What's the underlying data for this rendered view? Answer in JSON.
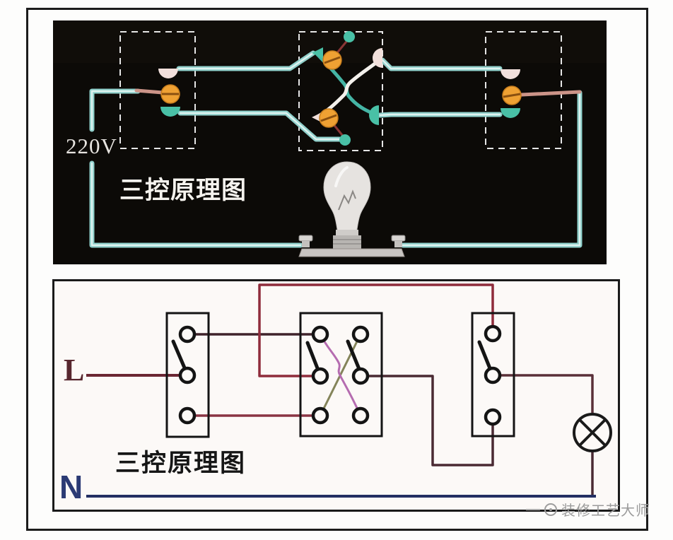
{
  "figure": {
    "outer_border_color": "#1c1c1c",
    "page_background": "#ffffff"
  },
  "top_diagram": {
    "background": "#0c0a07",
    "voltage_label": "220V",
    "title": "三控原理图",
    "wire_color": "#9fd8d4",
    "wire_highlight_color": "#e8f7f5",
    "screw_terminal_color": "#efa133",
    "throw_terminal_light_color": "#f2e0dc",
    "throw_terminal_teal_color": "#49c0a6",
    "crossing_wire_white_color": "#f4f1ec",
    "crossing_wire_teal_color": "#45b5a5",
    "dashed_box_color": "#e5e5e5",
    "switch_box_count": 3
  },
  "bottom_diagram": {
    "title": "三控原理图",
    "live_label": "L",
    "neutral_label": "N",
    "live_wire_color": "#6b2733",
    "neutral_line_color": "#232f63",
    "bus_wire_color": "#8f2c3c",
    "outline_color": "#141414",
    "crossover_wire_colors": [
      "#84845a",
      "#b56cb0"
    ],
    "switch_box_count": 3,
    "lamp_symbol": "circle-with-cross"
  },
  "watermark": {
    "text": "装修工艺大师",
    "color": "#9b9b9b"
  }
}
